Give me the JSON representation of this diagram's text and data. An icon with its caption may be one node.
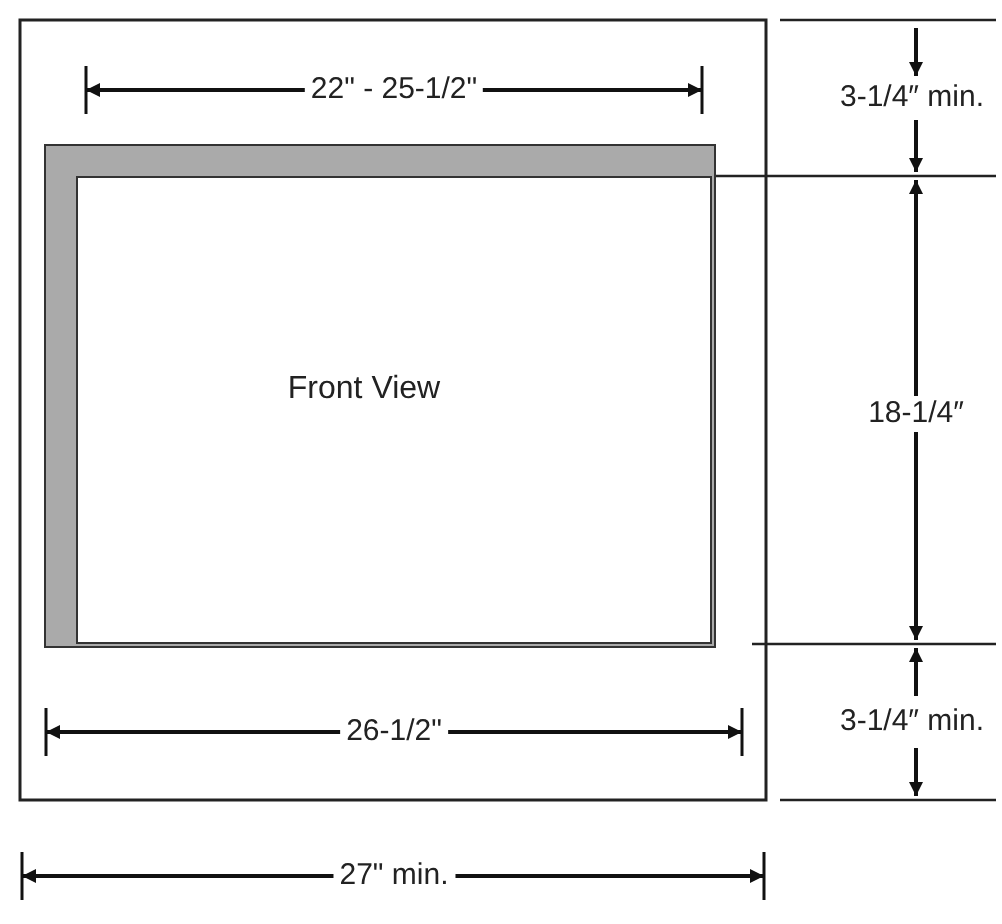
{
  "diagram": {
    "nodes": [
      {
        "text": [
          "Front View"
        ]
      }
    ],
    "labels": [
      "22\" - 25-1/2\"",
      "3-1/4″ min.",
      "18-1/4″",
      "26-1/2\"",
      "3-1/4″ min.",
      "27\" min."
    ]
  }
}
